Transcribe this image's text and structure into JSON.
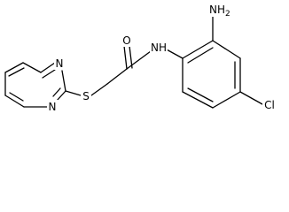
{
  "molecule": {
    "atoms": {
      "n_pyr_top": "N",
      "n_pyr_bottom": "N",
      "sulfur": "S",
      "oxygen": "O",
      "n_amide": "NH",
      "amine": "NH",
      "amine_subscript": "2",
      "chlorine": "Cl"
    }
  }
}
